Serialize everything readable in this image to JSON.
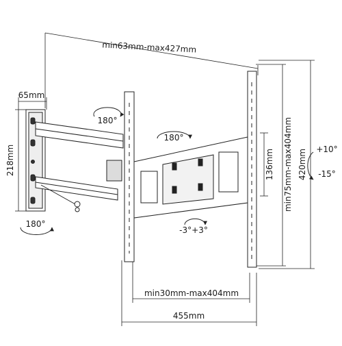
{
  "labels": {
    "top_depth": "min63mm-max427mm",
    "plate_width": "65mm",
    "plate_height": "218mm",
    "swivel_arm": "180°",
    "swivel_plate": "180°",
    "swivel_wall": "180°",
    "height_range": "min75mm-max404mm",
    "height_total": "420mm",
    "height_inner": "136mm",
    "tilt_up": "+10°",
    "tilt_down": "-15°",
    "rotation": "-3°+3°",
    "width_range": "min30mm-max404mm",
    "width_total": "455mm"
  }
}
